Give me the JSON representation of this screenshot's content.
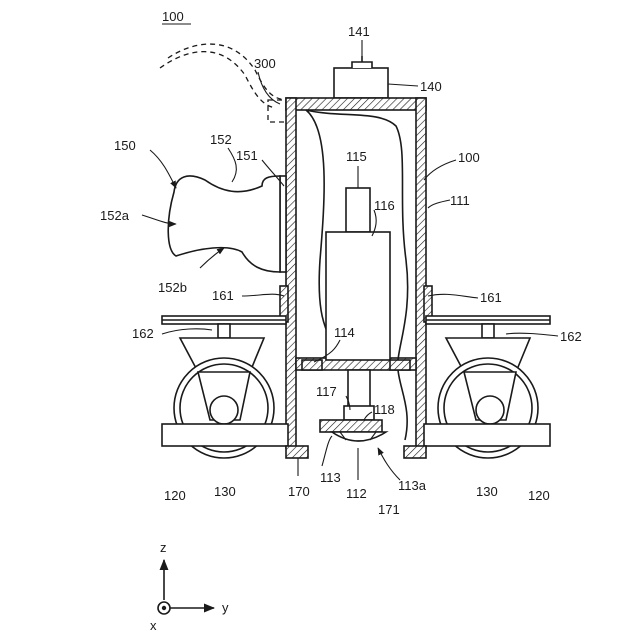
{
  "figure": {
    "title": "100",
    "labels": {
      "l141": "141",
      "l140": "140",
      "l300": "300",
      "l100": "100",
      "l150": "150",
      "l152": "152",
      "l151": "151",
      "l115": "115",
      "l116": "116",
      "l111": "111",
      "l152a": "152a",
      "l152b": "152b",
      "l161_left": "161",
      "l161_right": "161",
      "l162_left": "162",
      "l162_right": "162",
      "l114": "114",
      "l117": "117",
      "l118": "118",
      "l120_left": "120",
      "l130_left": "130",
      "l170": "170",
      "l113": "113",
      "l112": "112",
      "l113a": "113a",
      "l171": "171",
      "l130_right": "130",
      "l120_right": "120"
    },
    "axes": {
      "z": "z",
      "y": "y",
      "x": "x"
    }
  }
}
